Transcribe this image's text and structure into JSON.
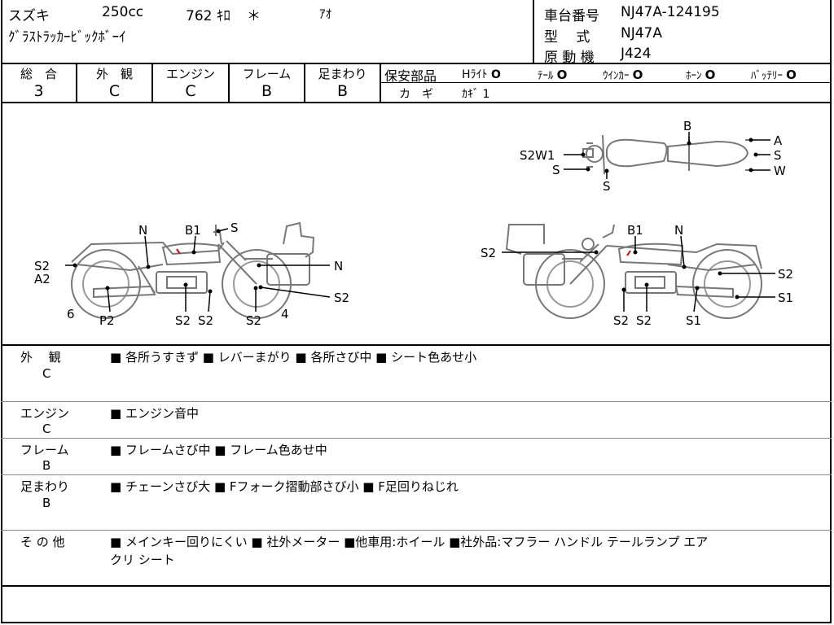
{
  "header": {
    "maker": "スズキ",
    "cc": "250cc",
    "km": "762 ｷﾛ",
    "km_mark": "＊",
    "color": "ｱｵ",
    "model": "ｸﾞﾗｽﾄﾗｯｶｰﾋﾞｯｸﾎﾞｰｲ",
    "frame_no_label": "車台番号",
    "frame_no": "NJ47A-124195",
    "type_label": "型　 式",
    "type": "NJ47A",
    "engine_label": "原 動 機",
    "engine": "J424"
  },
  "ratings": {
    "overall": {
      "label": "総　合",
      "value": "3"
    },
    "exterior": {
      "label": "外　観",
      "value": "C"
    },
    "engine": {
      "label": "エンジン",
      "value": "C"
    },
    "frame": {
      "label": "フレーム",
      "value": "B"
    },
    "suspension": {
      "label": "足まわり",
      "value": "B"
    }
  },
  "safety": {
    "label": "保安部品",
    "items": [
      {
        "name": "Hﾗｲﾄ",
        "mark": "O"
      },
      {
        "name": "ﾃｰﾙ",
        "mark": "O"
      },
      {
        "name": "ｳｲﾝｶｰ",
        "mark": "O"
      },
      {
        "name": "ﾎｰﾝ",
        "mark": "O"
      },
      {
        "name": "ﾊﾞｯﾃﾘｰ",
        "mark": "O"
      }
    ],
    "key_label": "カ　ギ",
    "key_value": "ｶｷﾞ 1"
  },
  "diagram": {
    "top": {
      "B": "B",
      "A": "A",
      "S_right": "S",
      "W": "W",
      "S2W1": "S2W1",
      "S_left": "S",
      "S_bottom": "S"
    },
    "left": {
      "N1": "N",
      "B1": "B1",
      "S_top": "S",
      "N2": "N",
      "S2a": "S2",
      "A2": "A2",
      "six": "6",
      "P2": "P2",
      "S2b": "S2",
      "S2c": "S2",
      "S2d": "S2",
      "four": "4",
      "S2e": "S2"
    },
    "right": {
      "S2a": "S2",
      "B1": "B1",
      "N": "N",
      "S2b": "S2",
      "S1a": "S1",
      "S2c": "S2",
      "S2d": "S2",
      "S1b": "S1"
    }
  },
  "notes": [
    {
      "head": "外　 観",
      "grade": "C",
      "text": "■ 各所うすきず ■ レバーまがり ■ 各所さび中 ■ シート色あせ小"
    },
    {
      "head": "エンジン",
      "grade": "C",
      "text": "■ エンジン音中"
    },
    {
      "head": "フレーム",
      "grade": "B",
      "text": "■ フレームさび中 ■ フレーム色あせ中"
    },
    {
      "head": "足まわり",
      "grade": "B",
      "text": "■ チェーンさび大 ■ Fフォーク摺動部さび小 ■ F足回りねじれ"
    },
    {
      "head": "そ の 他",
      "grade": "",
      "text": "■ メインキー回りにくい ■ 社外メーター ■他車用:ホイール ■社外品:マフラー ハンドル テールランプ エア",
      "text2": "クリ シート"
    }
  ]
}
